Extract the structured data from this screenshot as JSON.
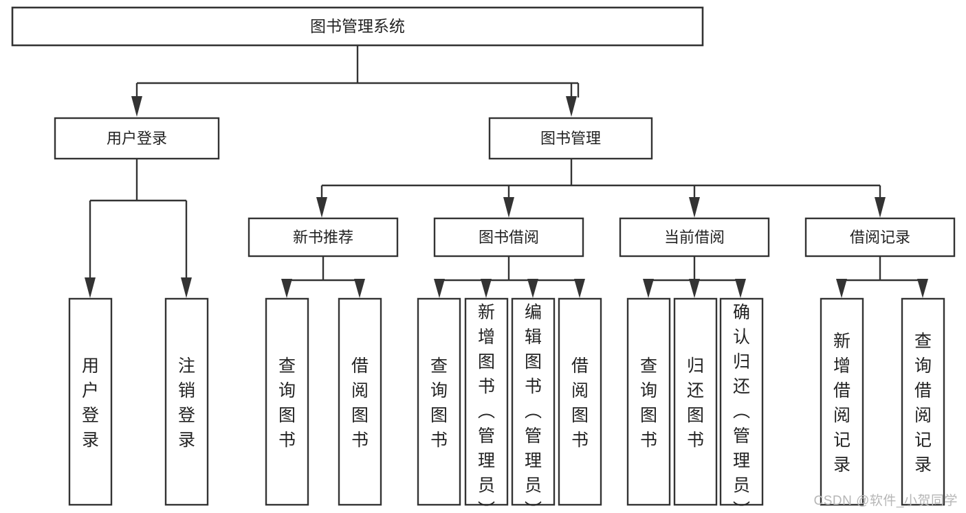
{
  "diagram": {
    "type": "tree-hierarchy",
    "title": "图书管理系统",
    "watermark": "CSDN @软件_小贺同学",
    "colors": {
      "stroke": "#333333",
      "fill": "#ffffff",
      "text": "#222222",
      "watermark": "#b6b6b6"
    },
    "root": {
      "label": "图书管理系统"
    },
    "level2": [
      {
        "label": "用户登录"
      },
      {
        "label": "图书管理"
      }
    ],
    "level3": [
      {
        "label": "新书推荐"
      },
      {
        "label": "图书借阅"
      },
      {
        "label": "当前借阅"
      },
      {
        "label": "借阅记录"
      }
    ],
    "leaves": {
      "user_login": [
        {
          "label": "用户登录"
        },
        {
          "label": "注销登录"
        }
      ],
      "new_book": [
        {
          "label": "查询图书"
        },
        {
          "label": "借阅图书"
        }
      ],
      "book_borrow": [
        {
          "label": "查询图书"
        },
        {
          "label": "新增图书（管理员）"
        },
        {
          "label": "编辑图书（管理员）"
        },
        {
          "label": "借阅图书"
        }
      ],
      "current_borrow": [
        {
          "label": "查询图书"
        },
        {
          "label": "归还图书"
        },
        {
          "label": "确认归还（管理员）"
        }
      ],
      "borrow_record": [
        {
          "label": "新增借阅记录"
        },
        {
          "label": "查询借阅记录"
        }
      ]
    }
  }
}
